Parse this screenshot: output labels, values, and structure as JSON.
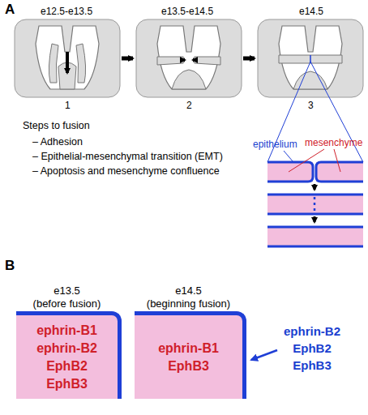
{
  "diagram": {
    "nodes": [
      {
        "text": [
          "e13.5",
          "(before fusion)",
          "ephrin-B1",
          "ephrin-B2",
          "EphB2",
          "EphB3"
        ]
      },
      {
        "text": [
          "e14.5",
          "(beginning fusion)",
          "ephrin-B1",
          "EphB3"
        ]
      }
    ],
    "labels": [
      "A",
      "e12.5-e13.5",
      "e13.5-e14.5",
      "e14.5",
      "1",
      "2",
      "3",
      "Steps to fusion",
      "– Adhesion",
      "– Epithelial-mesenchymal transition (EMT)",
      "– Apoptosis and mesenchyme confluence",
      "epithelium",
      "mesenchyme",
      "B",
      "ephrin-B2",
      "EphB2",
      "EphB3"
    ]
  }
}
